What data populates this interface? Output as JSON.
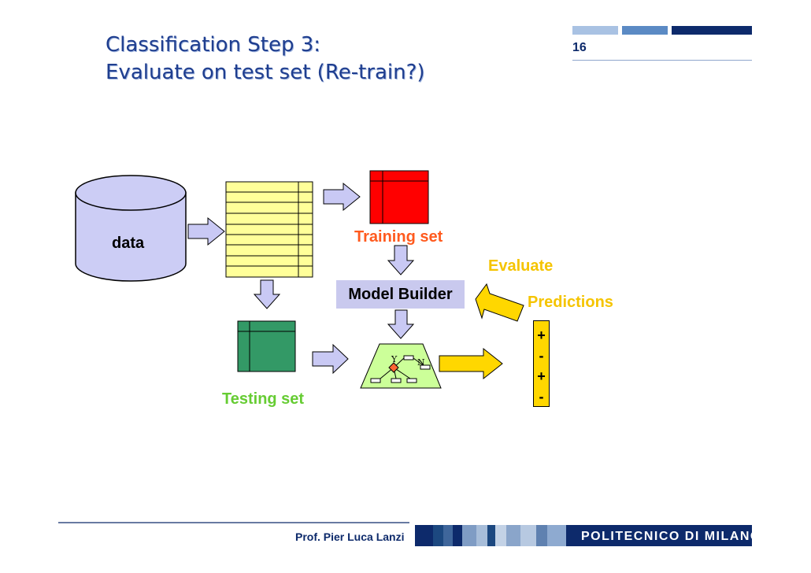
{
  "slide": {
    "title_line1": "Classification Step 3:",
    "title_line2": "Evaluate on test set (Re-train?)",
    "page_number": "16"
  },
  "diagram": {
    "data_label": "data",
    "training_label": "Training set",
    "testing_label": "Testing set",
    "model_builder_label": "Model Builder",
    "evaluate_label": "Evaluate",
    "predictions_label": "Predictions",
    "predictions": [
      "+",
      "-",
      "+",
      "-"
    ],
    "tree_yes": "Y",
    "tree_no": "N"
  },
  "footer": {
    "author": "Prof. Pier Luca Lanzi",
    "institution": "POLITECNICO DI MILANO"
  },
  "colors": {
    "title": "#1f3e8f",
    "training": "#ff0000",
    "testing": "#339966",
    "training_label": "#ff5a1e",
    "testing_label": "#66cc33",
    "evaluate_label": "#f5c400",
    "predictions_box": "#ffd700",
    "arrow_fill": "#c9c9f4",
    "footer_navy": "#0d2a6b"
  }
}
